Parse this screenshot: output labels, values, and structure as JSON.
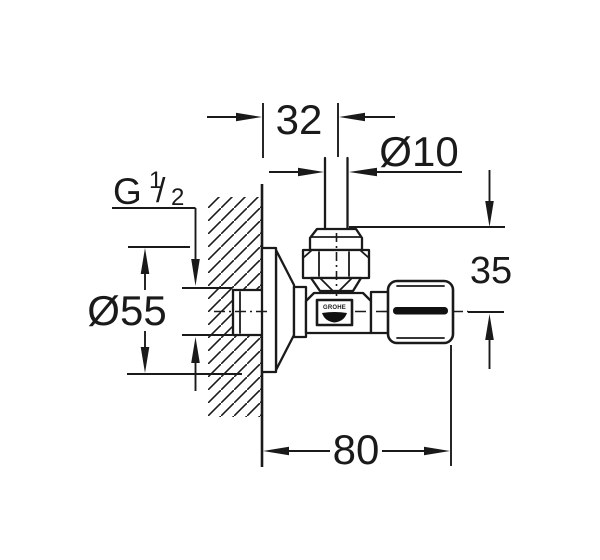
{
  "drawing": {
    "colors": {
      "line": "#1a1a1a",
      "background": "#ffffff",
      "logo_fill": "#111111"
    },
    "labels": {
      "dim_top_offset": "32",
      "dim_pipe_diameter": "Ø10",
      "thread_g": "G",
      "thread_numerator": "1",
      "thread_slash": "/",
      "thread_denominator": "2",
      "dim_rosette_diameter": "Ø55",
      "dim_outlet_height": "35",
      "dim_depth": "80",
      "logo": "GROHE"
    }
  }
}
